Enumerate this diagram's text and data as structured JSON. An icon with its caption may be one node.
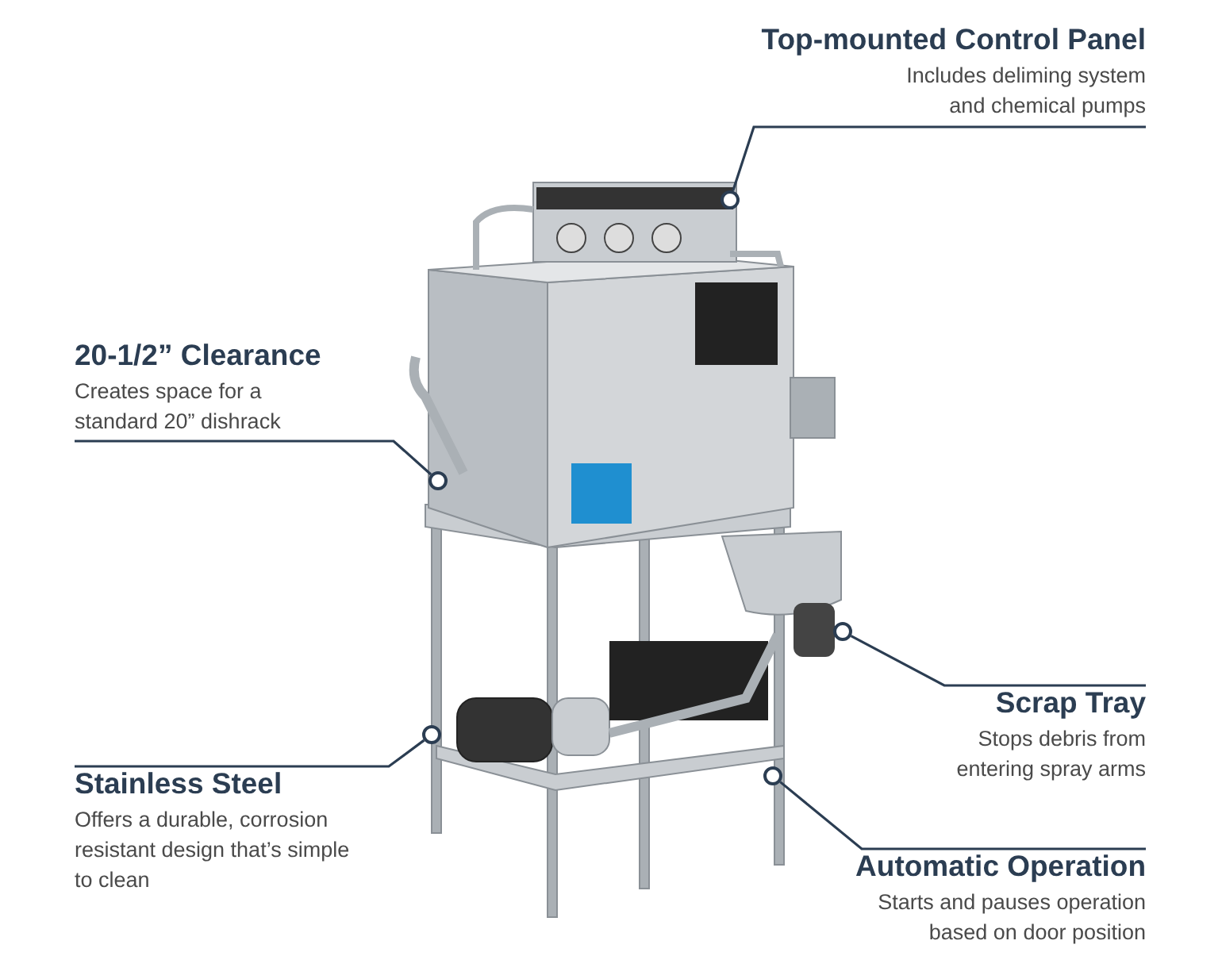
{
  "diagram": {
    "nodes": [
      {
        "text": [
          "Top-mounted Control Panel",
          "Includes deliming system and chemical pumps"
        ]
      },
      {
        "text": [],
        "shape": "circle"
      },
      {
        "text": [
          "20-1/2” Clearance",
          "Creates space for a standard 20” dishrack"
        ]
      },
      {
        "text": [],
        "shape": "circle"
      },
      {
        "text": [
          "Scrap Tray",
          "Stops debris from entering spray arms"
        ]
      },
      {
        "text": [],
        "shape": "circle"
      },
      {
        "text": [
          "Stainless Steel",
          "Offers a durable, corrosion resistant design that’s simple to clean"
        ]
      },
      {
        "text": [],
        "shape": "circle"
      },
      {
        "text": [
          "Automatic Operation",
          "Starts and pauses operation based on door position"
        ]
      },
      {
        "text": [],
        "shape": "circle"
      }
    ],
    "edges": [
      {
        "from": 0,
        "to": 1,
        "arrow": "none"
      },
      {
        "from": 2,
        "to": 3,
        "arrow": "none"
      },
      {
        "from": 4,
        "to": 5,
        "arrow": "none"
      },
      {
        "from": 6,
        "to": 7,
        "arrow": "none"
      },
      {
        "from": 8,
        "to": 9,
        "arrow": "none"
      }
    ]
  }
}
